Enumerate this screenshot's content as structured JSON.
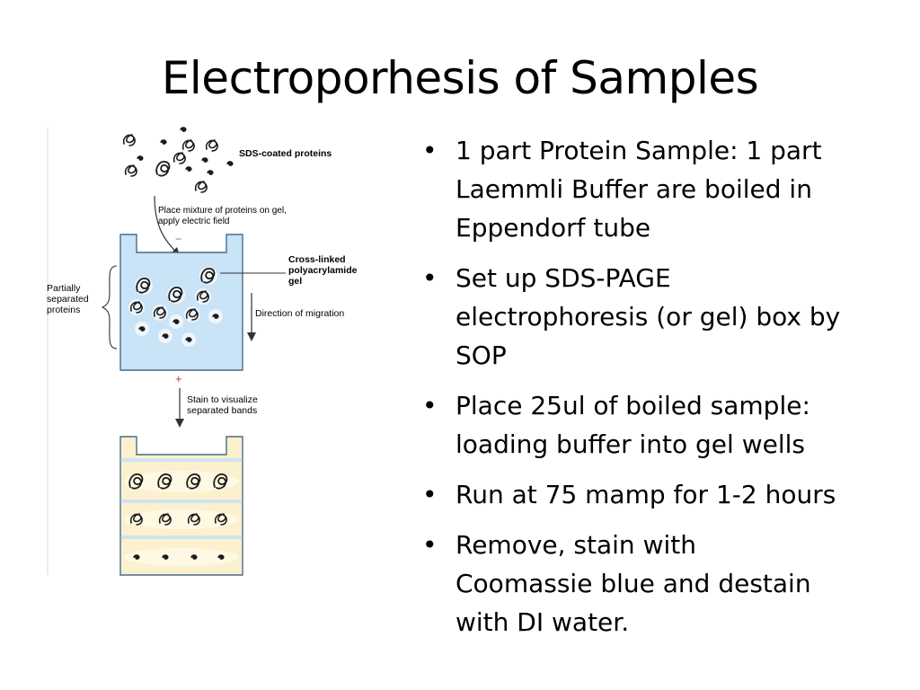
{
  "slide": {
    "title": "Electroporhesis of Samples"
  },
  "figure": {
    "label_sds": "SDS-coated proteins",
    "label_place_1": "Place mixture of proteins on gel,",
    "label_place_2": "apply electric field",
    "label_minus": "−",
    "label_crosslinked_1": "Cross-linked",
    "label_crosslinked_2": "polyacrylamide",
    "label_crosslinked_3": "gel",
    "label_partial_1": "Partially",
    "label_partial_2": "separated",
    "label_partial_3": "proteins",
    "label_direction": "Direction of migration",
    "label_plus": "+",
    "label_stain_1": "Stain to visualize",
    "label_stain_2": "separated bands"
  },
  "bullets": {
    "symbol": "•",
    "items": [
      {
        "line1": "1 part Protein Sample: 1 part",
        "line2": "Laemmli Buffer are boiled in",
        "line3": "Eppendorf tube"
      },
      {
        "line1": "Set up SDS-PAGE",
        "line2": "electrophoresis (or gel) box by",
        "line3": "SOP"
      },
      {
        "line1": "Place 25ul of boiled sample:",
        "line2": "loading buffer into gel wells"
      },
      {
        "line1": "Run at 75 mamp for 1-2 hours"
      },
      {
        "line1": "Remove, stain with",
        "line2": "Coomassie blue and destain",
        "line3": "with DI water."
      }
    ]
  },
  "colors": {
    "gel_blue": "#c9e3f7",
    "gel_edge": "#4b6b86",
    "band_cream": "#fbf1cf",
    "band_blue": "#cfe4f2",
    "minus_color": "#3a7cc0",
    "plus_color": "#c0306a"
  }
}
